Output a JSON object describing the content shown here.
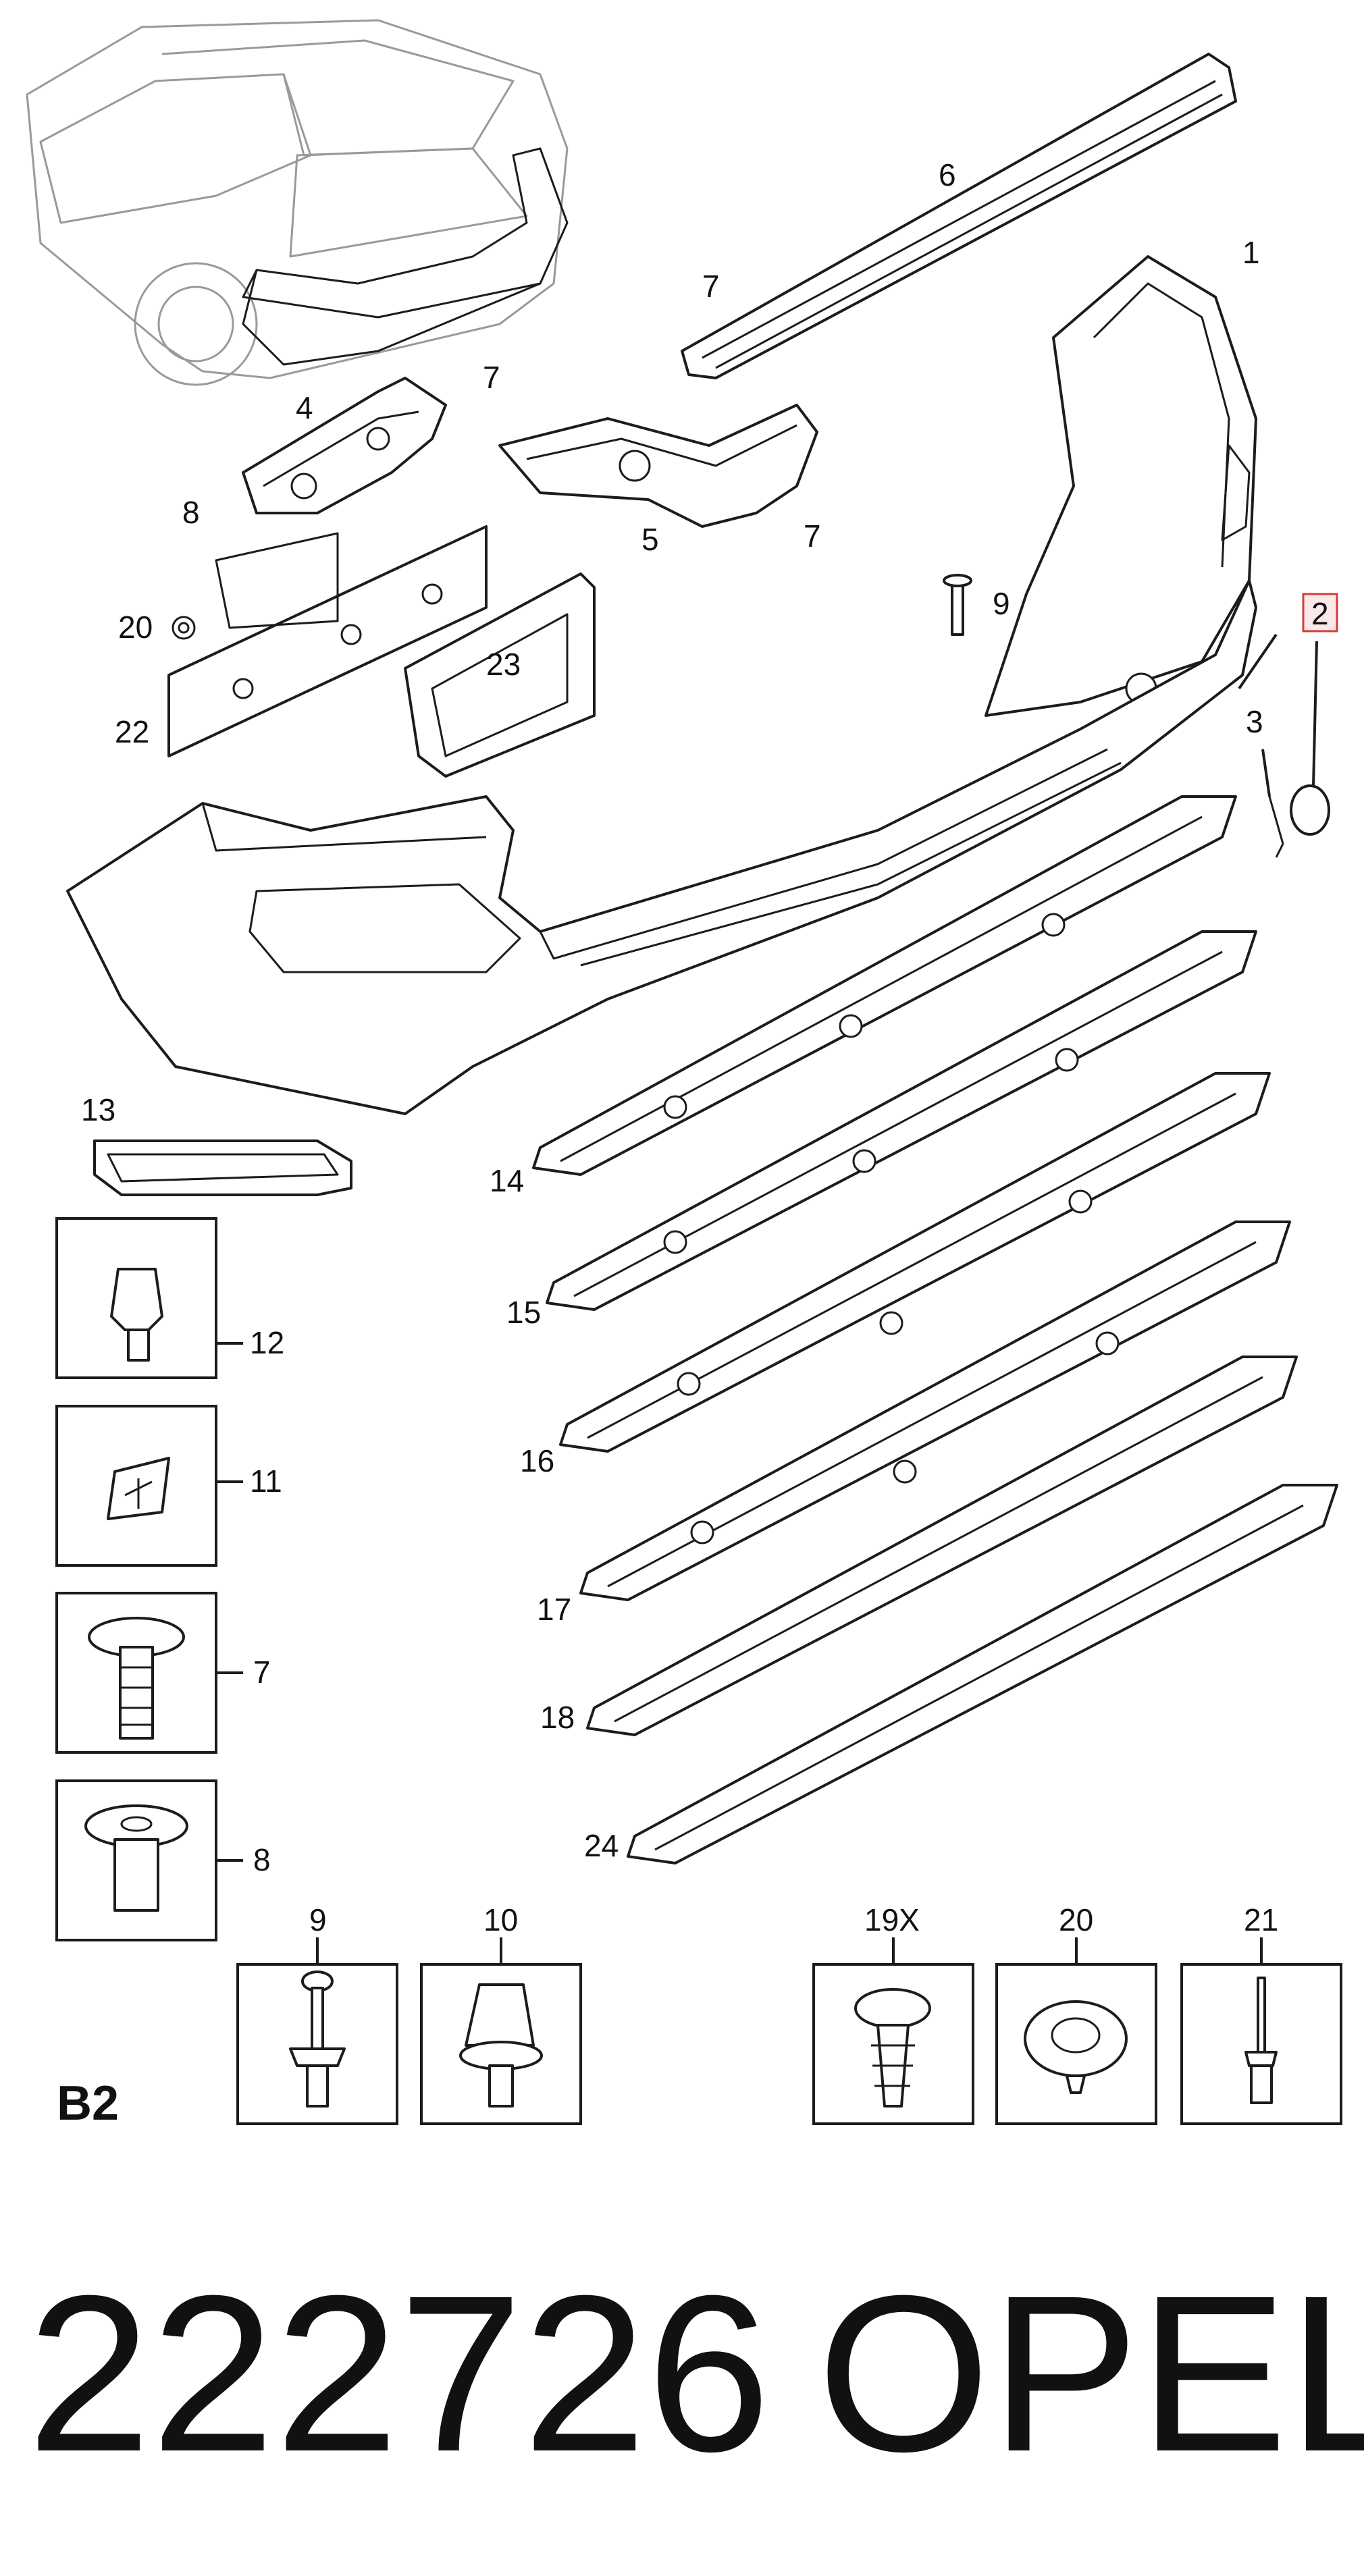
{
  "diagram": {
    "section_code": "B2",
    "part_number": "222726",
    "brand": "OPEL",
    "highlighted_callout": "2",
    "callouts": {
      "c1": "1",
      "c2": "2",
      "c3": "3",
      "c4": "4",
      "c5": "5",
      "c6": "6",
      "c7a": "7",
      "c7b": "7",
      "c7c": "7",
      "c8": "8",
      "c9": "9",
      "c13": "13",
      "c14": "14",
      "c15": "15",
      "c16": "16",
      "c17": "17",
      "c18": "18",
      "c20": "20",
      "c22": "22",
      "c23": "23",
      "c24": "24"
    },
    "detail_boxes": {
      "b12": "12",
      "b11": "11",
      "b7": "7",
      "b8": "8",
      "b9": "9",
      "b10": "10",
      "b19": "19X",
      "b20": "20",
      "b21": "21"
    }
  }
}
